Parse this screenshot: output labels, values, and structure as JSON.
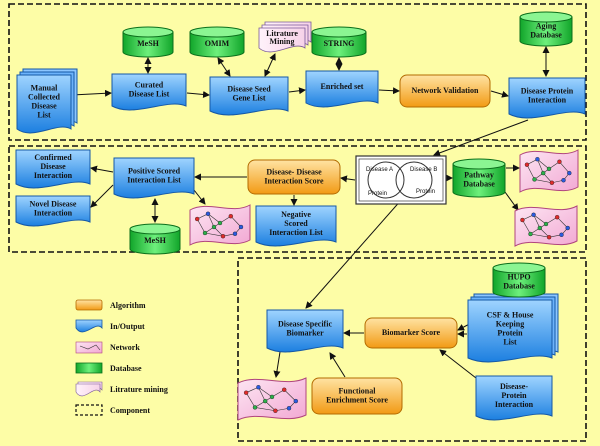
{
  "colors": {
    "background": "#fdfda6",
    "database": "#22c43a",
    "io": "#2a8ef0",
    "algorithm": "#f5a623",
    "network": "#f6c3e0"
  },
  "databases": {
    "mesh_top": "MeSH",
    "omim": "OMIM",
    "string": "STRING",
    "aging": [
      "Aging",
      "Database"
    ],
    "pathway": [
      "Pathway",
      "Database"
    ],
    "mesh_mid": "MeSH",
    "hupo": [
      "HUPO",
      "Database"
    ]
  },
  "literature": [
    "Litrature",
    "Mining"
  ],
  "io": {
    "manual": [
      "Manual",
      "Collected",
      "Disease",
      "List"
    ],
    "curated": [
      "Curated",
      "Disease List"
    ],
    "seed": [
      "Disease Seed",
      "Gene List"
    ],
    "enriched": "Enriched set",
    "dpi_top": [
      "Disease Protein",
      "Interaction"
    ],
    "confirmed": [
      "Confirmed",
      "Disease",
      "Interaction"
    ],
    "positive": [
      "Positive Scored",
      "Interaction List"
    ],
    "novel": [
      "Novel Disease",
      "Interaction"
    ],
    "negative": [
      "Negative",
      "Scored",
      "Interaction List"
    ],
    "biomarker_specific": [
      "Disease Specific",
      "Biomarker"
    ],
    "csf": [
      "CSF & House",
      "Keeping",
      "Protein",
      "List"
    ],
    "dpi_bottom": [
      "Disease-",
      "Protein",
      "Interaction"
    ]
  },
  "algorithms": {
    "network_validation": "Network Validation",
    "dd_score": [
      "Disease- Disease",
      "Interaction Score"
    ],
    "biomarker_score": "Biomarker Score",
    "functional": [
      "Functional",
      "Enrichment Score"
    ]
  },
  "venn": {
    "a": "Disease A",
    "b": "Disease B",
    "protein_a": "Protein",
    "protein_b": "Protein"
  },
  "legend": [
    {
      "label": "Algorithm",
      "swatch": "algorithm"
    },
    {
      "label": "In/Output",
      "swatch": "io"
    },
    {
      "label": "Network",
      "swatch": "network"
    },
    {
      "label": "Database",
      "swatch": "database"
    },
    {
      "label": "Litrature mining",
      "swatch": "literature"
    },
    {
      "label": "Component",
      "swatch": "component"
    }
  ]
}
